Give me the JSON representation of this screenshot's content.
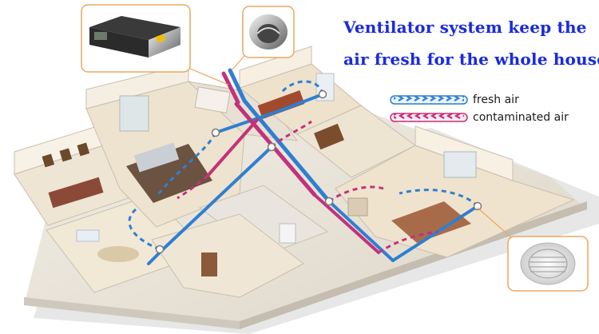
{
  "headline": {
    "line1": "Ventilator system keep the",
    "line2": "air fresh for the whole house"
  },
  "legend": {
    "fresh_label": "fresh air",
    "contaminated_label": "contaminated air"
  },
  "colors": {
    "fresh_air": "#2f7fd1",
    "contaminated_air": "#c2327a",
    "headline": "#1b2bd8",
    "callout_border": "#e8a85f"
  },
  "icons": {
    "ventilator_unit": "ventilator-unit-icon",
    "roof_vent": "roof-vent-cap-icon",
    "ceiling_diffuser": "round-air-diffuser-icon"
  }
}
